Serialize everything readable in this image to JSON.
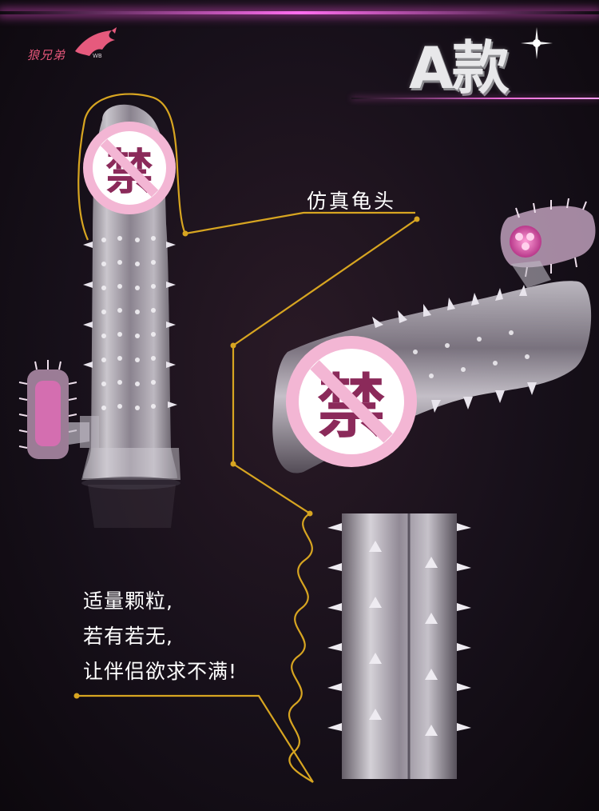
{
  "brand": {
    "name_cn": "狼兄弟",
    "abbr": "WB",
    "icon": "wolf-head-icon"
  },
  "header": {
    "title": "A款"
  },
  "callouts": {
    "realistic_head": "仿真龟头"
  },
  "copy": {
    "line1": "适量颗粒,",
    "line2": "若有若无,",
    "line3": "让伴侣欲求不满!"
  },
  "censor_mark": {
    "glyph": "禁",
    "icon": "prohibited-sign-icon"
  },
  "colors": {
    "accent_pink": "#ff6ef0",
    "callout_line": "#d7a521",
    "censor_pink": "#f3b6d4",
    "text": "#ffffff"
  }
}
